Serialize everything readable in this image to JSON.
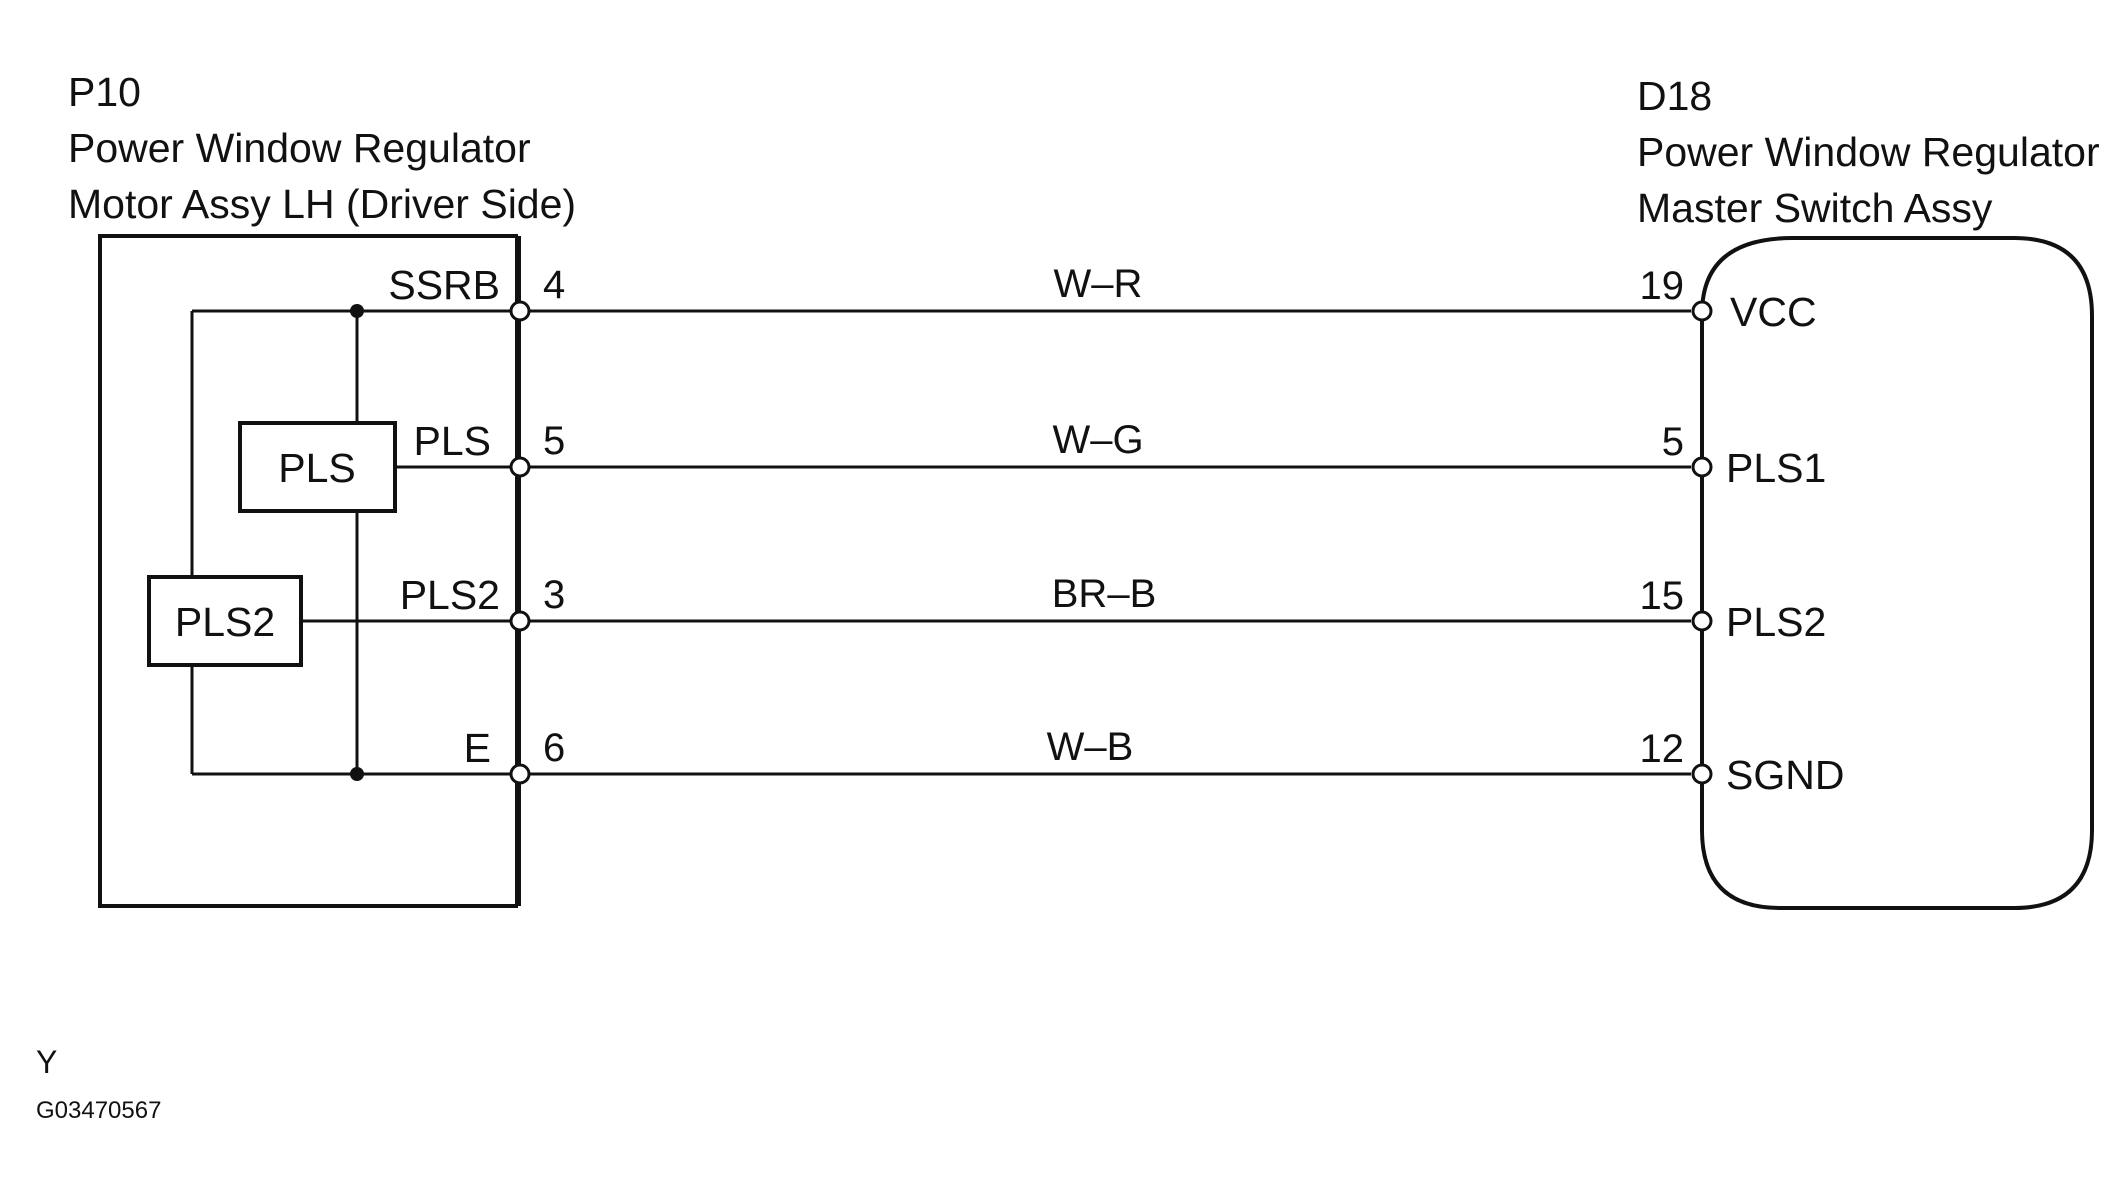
{
  "left_component": {
    "code": "P10",
    "name_line1": "Power Window Regulator",
    "name_line2": "Motor Assy LH (Driver Side)",
    "sensor_box_1": "PLS",
    "sensor_box_2": "PLS2",
    "terminals": [
      {
        "label": "SSRB",
        "pin": "4"
      },
      {
        "label": "PLS",
        "pin": "5"
      },
      {
        "label": "PLS2",
        "pin": "3"
      },
      {
        "label": "E",
        "pin": "6"
      }
    ]
  },
  "right_component": {
    "code": "D18",
    "name_line1": "Power Window Regulator",
    "name_line2": "Master Switch Assy",
    "terminals": [
      {
        "label": "VCC",
        "pin": "19"
      },
      {
        "label": "PLS1",
        "pin": "5"
      },
      {
        "label": "PLS2",
        "pin": "15"
      },
      {
        "label": "SGND",
        "pin": "12"
      }
    ]
  },
  "wires": [
    {
      "color": "W–R"
    },
    {
      "color": "W–G"
    },
    {
      "color": "BR–B"
    },
    {
      "color": "W–B"
    }
  ],
  "footer": {
    "letter": "Y",
    "code": "G03470567"
  }
}
